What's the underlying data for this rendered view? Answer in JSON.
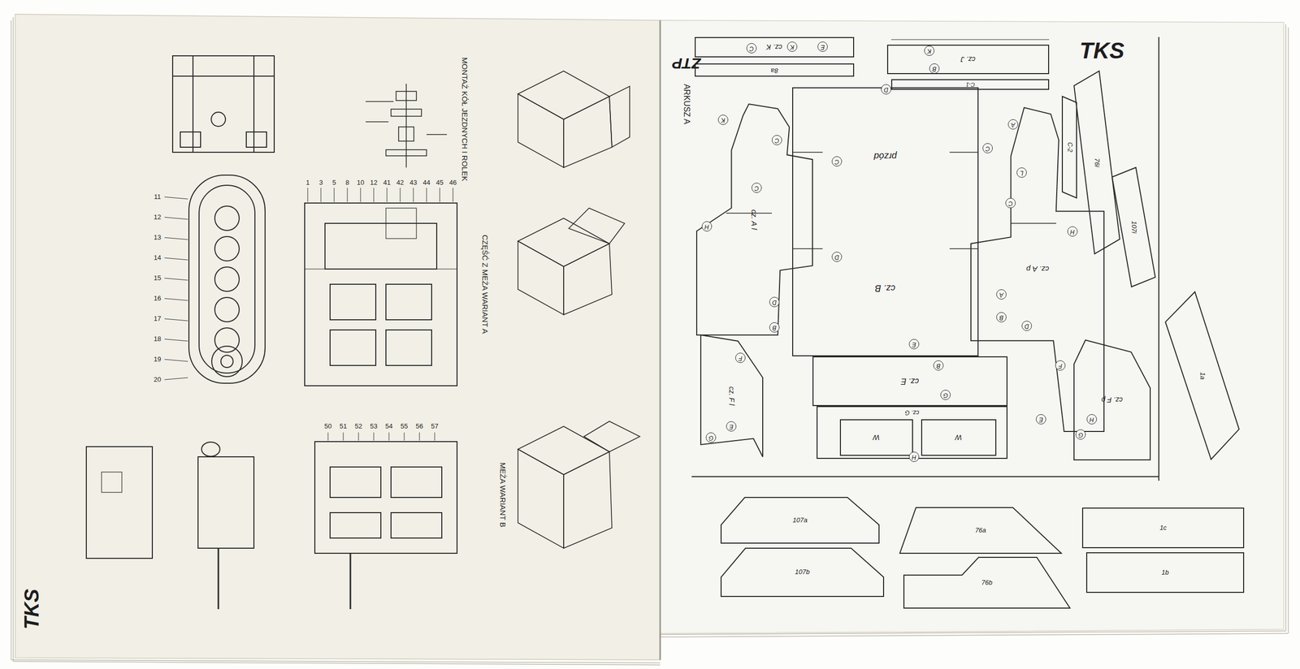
{
  "diagram": {
    "nodes": [
      {
        "text": [
          "cz. K"
        ]
      },
      {
        "text": [
          "8a"
        ]
      },
      {
        "text": [
          "cz. J"
        ]
      },
      {
        "text": [
          "C-1"
        ]
      },
      {
        "text": [
          "cz. A l"
        ]
      },
      {
        "text": [
          "przód",
          "cz. B"
        ]
      },
      {
        "text": [
          "cz. A p"
        ]
      },
      {
        "text": [
          "cz. E"
        ]
      },
      {
        "text": [
          "cz. G"
        ]
      },
      {
        "text": [
          "W"
        ],
        "in": 8
      },
      {
        "text": [
          "W"
        ],
        "in": 8
      },
      {
        "text": [
          "cz. F l"
        ]
      },
      {
        "text": [
          "cz. F p"
        ]
      },
      {
        "text": [
          "C-2"
        ]
      },
      {
        "text": [
          "76i"
        ]
      },
      {
        "text": [
          "107i"
        ]
      },
      {
        "text": [
          "1a"
        ]
      },
      {
        "text": [
          "107a"
        ]
      },
      {
        "text": [
          "107b"
        ]
      },
      {
        "text": [
          "76a"
        ]
      },
      {
        "text": [
          "76b"
        ]
      },
      {
        "text": [
          "1c"
        ]
      },
      {
        "text": [
          "1b"
        ]
      }
    ],
    "labels": [
      "TKS",
      "TKS",
      "ZTP",
      "ARKUSZ A",
      "MONTAŻ KÓŁ JEZDNYCH I ROLEK",
      "CZĘŚĆ Z MEŻA WARIANT A",
      "MEŻA WARIANT B",
      "1",
      "3",
      "5",
      "8",
      "10",
      "12",
      "41",
      "42",
      "43",
      "44",
      "45",
      "46",
      "11",
      "12",
      "13",
      "14",
      "15",
      "16",
      "17",
      "18",
      "19",
      "20",
      "50",
      "51",
      "52",
      "53",
      "54",
      "55",
      "56",
      "57",
      "C",
      "K",
      "E",
      "K",
      "B",
      "K",
      "C",
      "C",
      "H",
      "D",
      "B",
      "D",
      "C",
      "D",
      "E",
      "B",
      "G",
      "H",
      "A",
      "C",
      "L",
      "C",
      "H",
      "A",
      "B",
      "D",
      "F",
      "E",
      "H",
      "G",
      "F",
      "E",
      "G"
    ]
  }
}
